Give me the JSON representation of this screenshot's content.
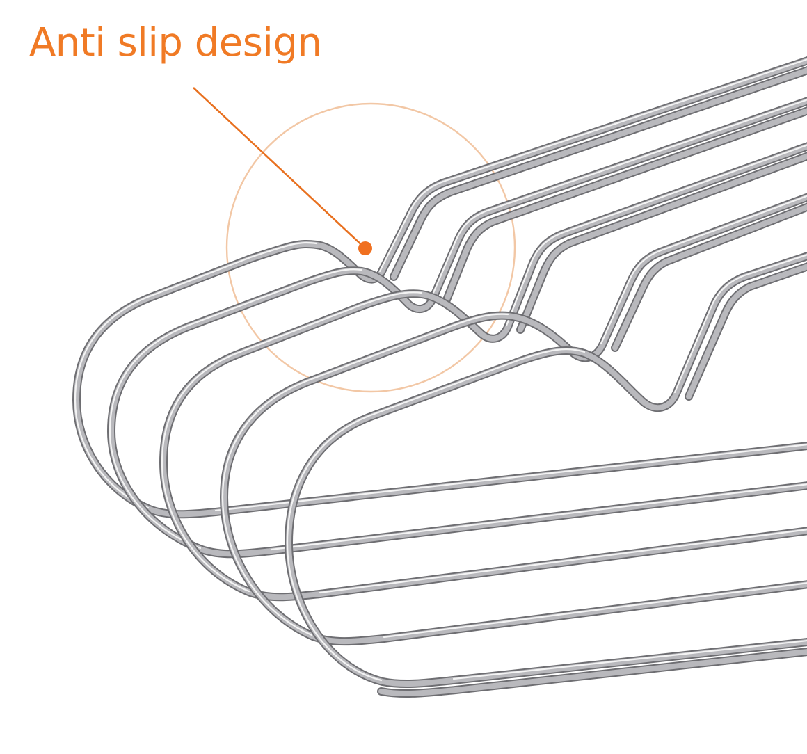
{
  "callout": {
    "label": "Anti slip design",
    "text_color": "#f07a25",
    "leader_line_color": "#e8701f",
    "dot_color": "#f07020",
    "highlight_circle_color": "#f2c7a5"
  },
  "product": {
    "description": "Stack of five stainless steel wire clothes hangers with notched shoulders",
    "hanger_count": 5,
    "material_color": "#a9a9ad"
  }
}
